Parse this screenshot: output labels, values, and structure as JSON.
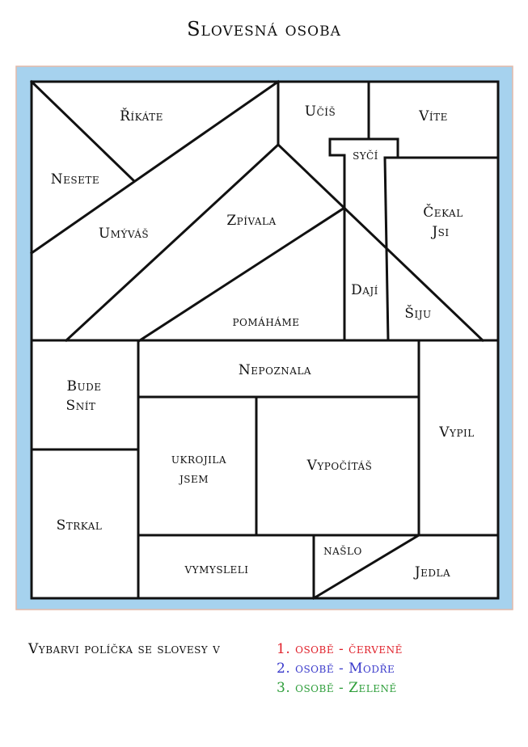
{
  "title": "Slovesná osoba",
  "cells": [
    "Říkáte",
    "Nesete",
    "Umýváš",
    "Zpívala",
    "Učíš",
    "Víte",
    "syčí",
    "Čekal",
    "Jsi",
    "Dají",
    "Šiju",
    "pomáháme",
    "Nepoznala",
    "Bude",
    "Snít",
    "ukrojila",
    "jsem",
    "Vypočítáš",
    "Vypil",
    "Strkal",
    "vymysleli",
    "našlo",
    "Jedla"
  ],
  "instructions": {
    "prefix": "Vybarvi políčka se slovesy v",
    "line1": "1. osobě - červeně",
    "line2": "2. osobě - Modře",
    "line3": "3. osobě - Zeleně"
  },
  "colors": {
    "red": "#e0202a",
    "blue": "#3a3acb",
    "green": "#2e9e3a",
    "frame": "#a6d2ee",
    "frame_border": "#e3b9a8"
  }
}
